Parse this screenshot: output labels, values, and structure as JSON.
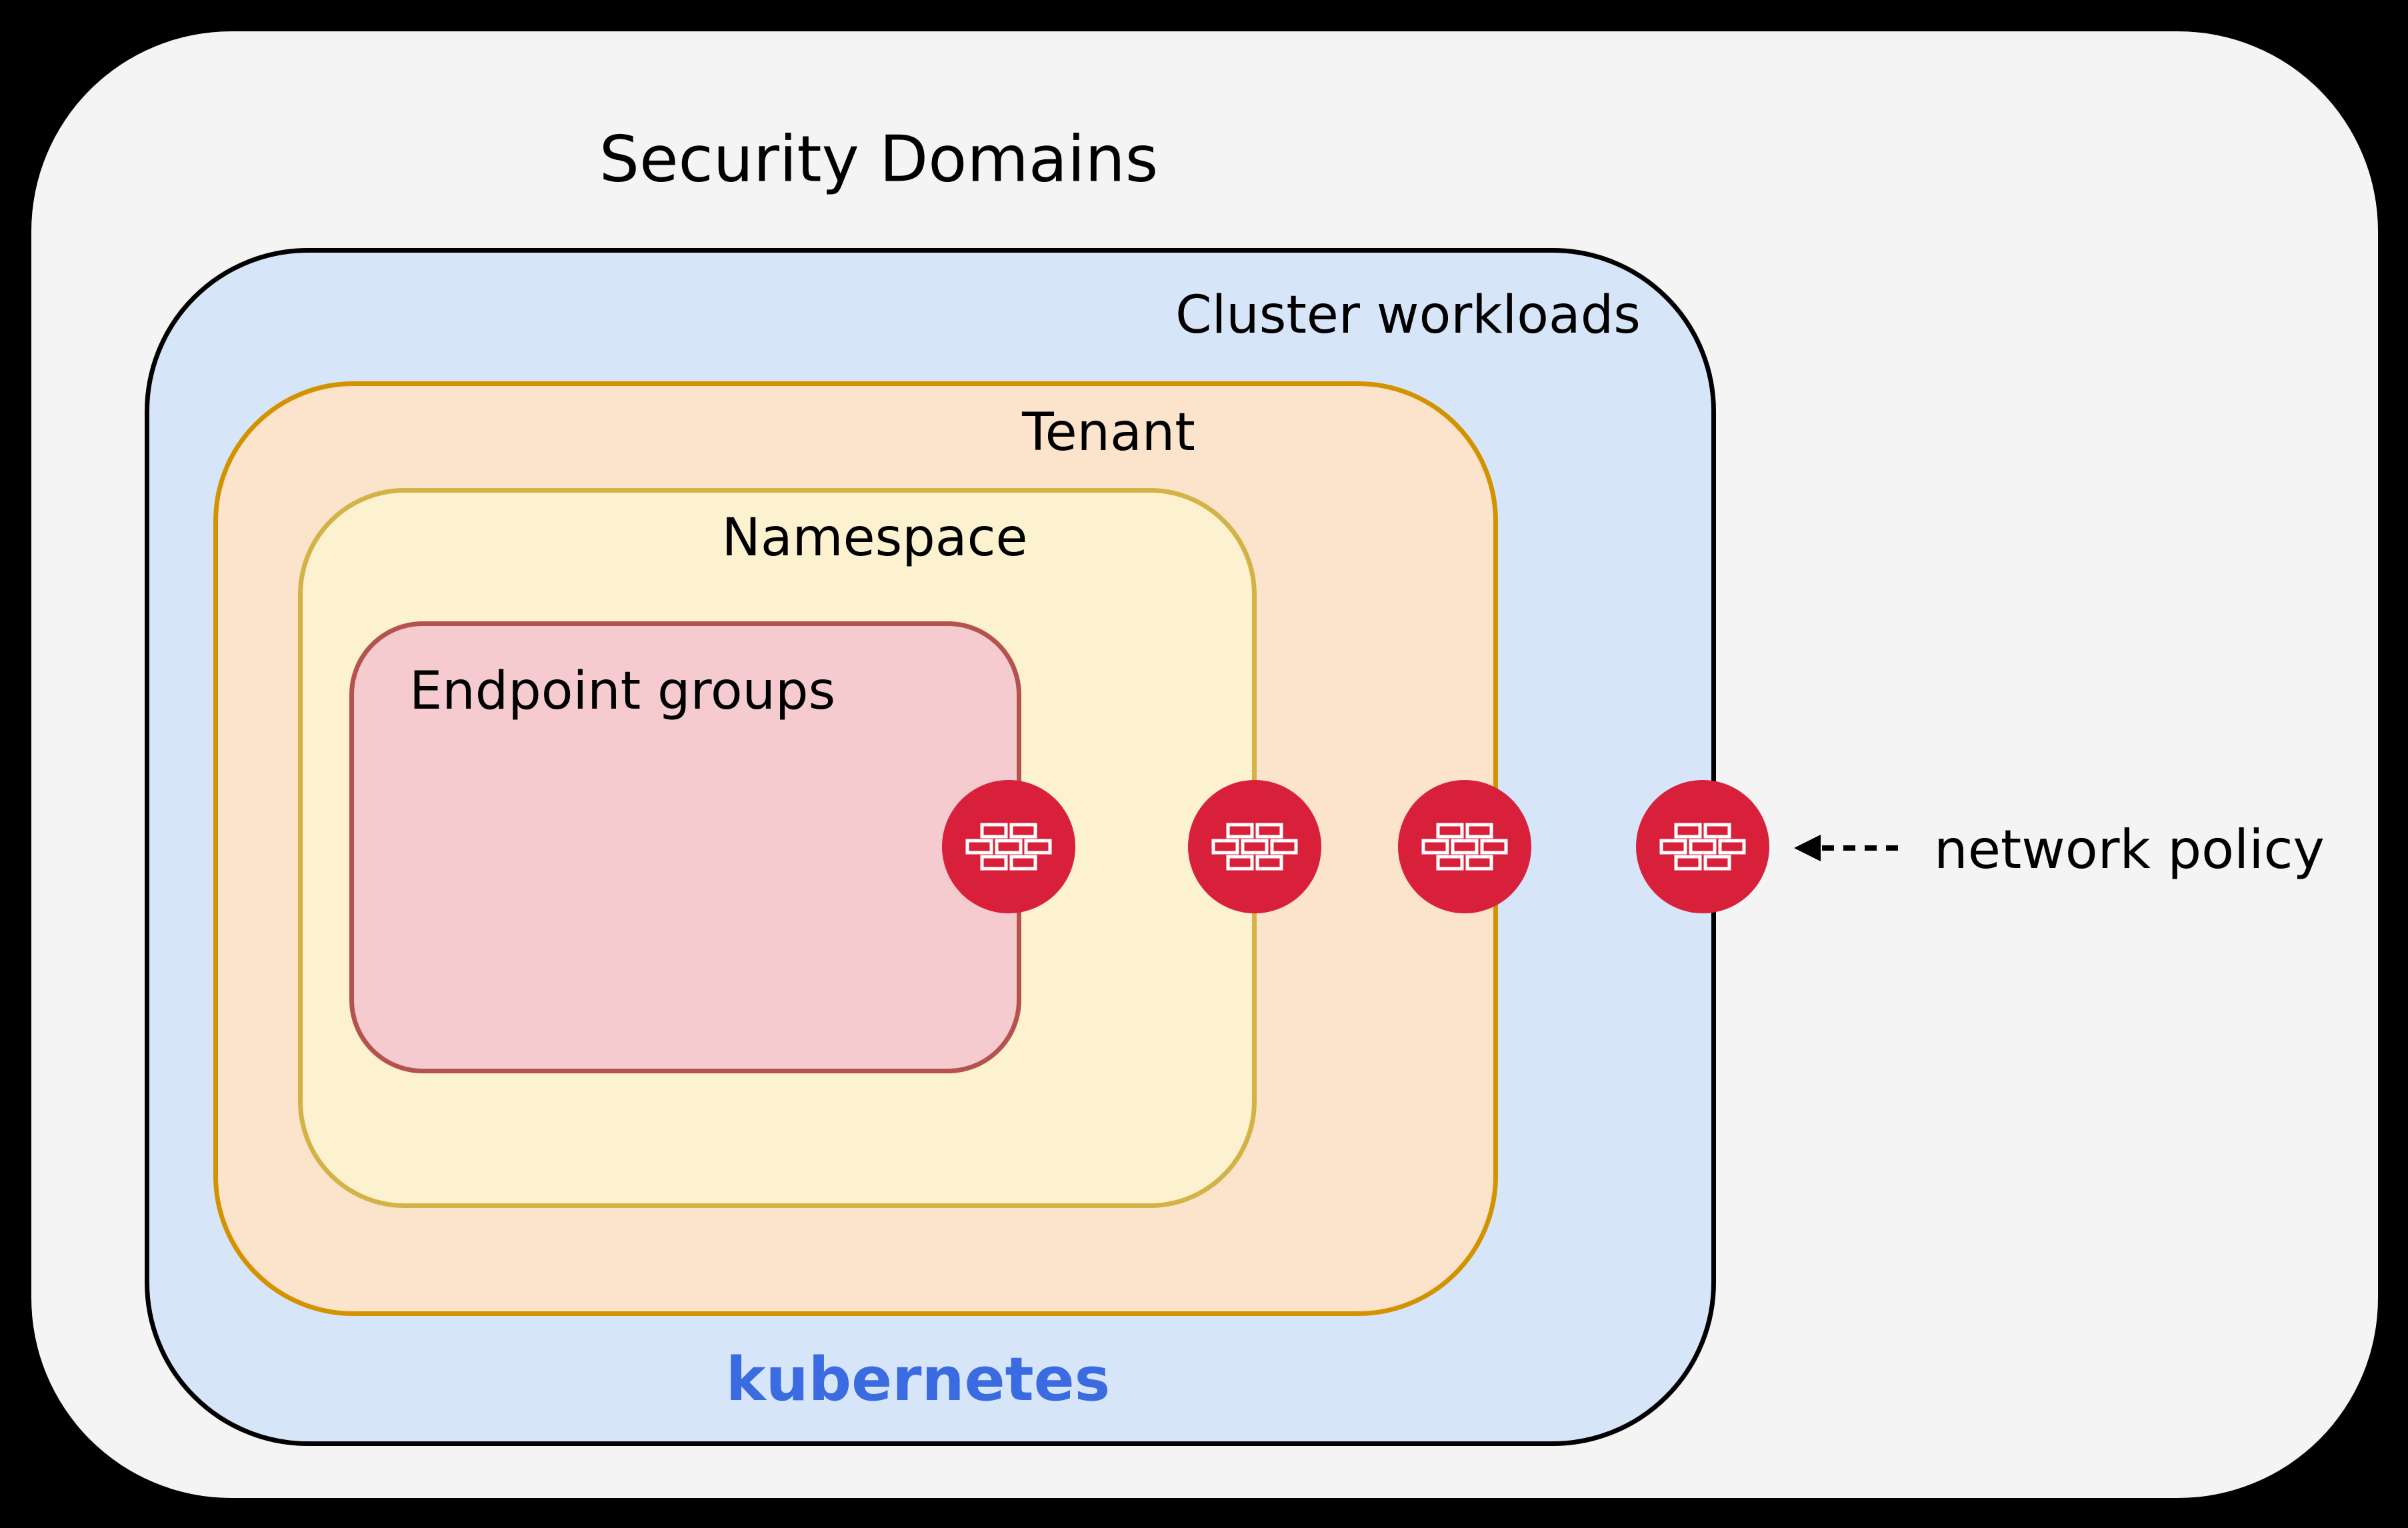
{
  "title": "Security Domains",
  "diagram": {
    "domains": [
      {
        "label": "Cluster workloads",
        "sublabel": "kubernetes"
      },
      {
        "label": "Tenant"
      },
      {
        "label": "Namespace"
      },
      {
        "label": "Endpoint groups"
      }
    ],
    "annotation": "network policy",
    "firewall_icon": "brick-wall-firewall-icon",
    "firewall_count": 4
  },
  "colors": {
    "page_bg": "#000000",
    "card_bg": "#f4f4f4",
    "cluster_fill": "#d7e5f8",
    "cluster_border": "#000000",
    "tenant_fill": "#fce3cb",
    "tenant_border": "#d39200",
    "namespace_fill": "#fdf2cf",
    "namespace_border": "#d3b348",
    "endpoint_fill": "#f5cbd0",
    "endpoint_border": "#b4524e",
    "firewall_red": "#d8203a",
    "kubernetes_blue": "#3a6be0",
    "text": "#000000"
  }
}
